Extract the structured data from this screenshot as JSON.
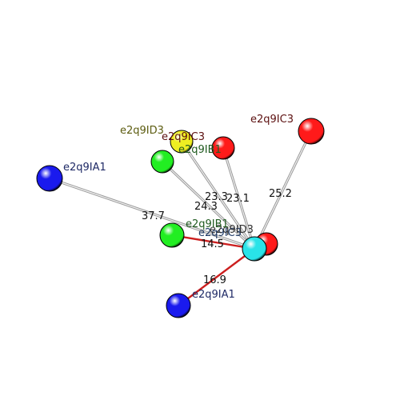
{
  "colors": {
    "red": "#ff1a1a",
    "cyan": "#29e3e8",
    "green": "#22ee22",
    "blue": "#1a1aee",
    "yellow": "#eeee22",
    "line_gray": "#b8b8b8",
    "line_red": "#cc1f1f"
  },
  "nodes": [
    {
      "id": "center",
      "label": "e2q9IC3",
      "color": "cyan",
      "label_color": "#1f3a66"
    },
    {
      "id": "center_red",
      "label": "e2q9ID3",
      "color": "red",
      "label_color": "#333333"
    },
    {
      "id": "red_top_right",
      "label": "e2q9IC3",
      "color": "red",
      "label_color": "#5c1010"
    },
    {
      "id": "red_mid",
      "label": "e2q9IC3",
      "color": "red",
      "label_color": "#5c1010"
    },
    {
      "id": "yellow",
      "label": "e2q9ID3",
      "color": "yellow",
      "label_color": "#5c5c10"
    },
    {
      "id": "green_top",
      "label": "e2q9IB1",
      "color": "green",
      "label_color": "#1f5a1f"
    },
    {
      "id": "green_mid",
      "label": "e2q9IB1",
      "color": "green",
      "label_color": "#1f5a1f"
    },
    {
      "id": "blue_left",
      "label": "e2q9IA1",
      "color": "blue",
      "label_color": "#1f2a66"
    },
    {
      "id": "blue_bottom",
      "label": "e2q9IA1",
      "color": "blue",
      "label_color": "#1f2a66"
    }
  ],
  "edges": [
    {
      "to": "red_top_right",
      "distance": "25.2",
      "style": "gray"
    },
    {
      "to": "red_mid",
      "distance": "23.1",
      "style": "gray"
    },
    {
      "to": "yellow",
      "distance": "23.3",
      "style": "gray"
    },
    {
      "to": "green_top",
      "distance": "24.3",
      "style": "gray"
    },
    {
      "to": "blue_left",
      "distance": "37.7",
      "style": "gray"
    },
    {
      "to": "green_mid",
      "distance": "14.5",
      "style": "red"
    },
    {
      "to": "blue_bottom",
      "distance": "16.9",
      "style": "red"
    }
  ]
}
